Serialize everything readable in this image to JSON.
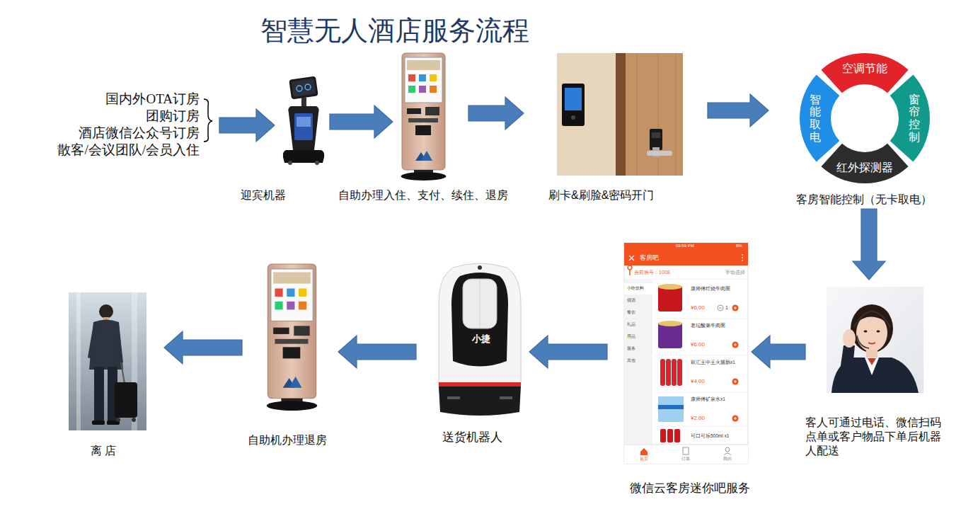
{
  "diagram": {
    "title": "智慧无人酒店服务流程",
    "nodes": [
      {
        "text": [
          "国内外OTA订房",
          "团购订房",
          "酒店微信公众号订房",
          "散客/会议团队/会员入住"
        ]
      },
      {
        "text": [
          "迎宾机器"
        ]
      },
      {
        "text": [
          "自助办理入住、支付、续住、退房"
        ]
      },
      {
        "text": [
          "刷卡&刷脸&密码开门"
        ]
      },
      {
        "text": [
          "客房智能控制（无卡取电）"
        ]
      },
      {
        "text": [
          "空调节能"
        ],
        "in": 4
      },
      {
        "text": [
          "窗帘控制"
        ],
        "in": 4
      },
      {
        "text": [
          "红外探测器"
        ],
        "in": 4
      },
      {
        "text": [
          "智能取电"
        ],
        "in": 4
      },
      {
        "text": [
          "客人可通过电话、微信扫码点单或客户物品下单后机器人配送"
        ]
      },
      {
        "text": [
          "微信云客房迷你吧服务"
        ]
      },
      {
        "text": [
          "送货机器人"
        ]
      },
      {
        "text": [
          "自助机办理退房"
        ]
      },
      {
        "text": [
          "离 店"
        ]
      }
    ],
    "edges": [
      {
        "from": 0,
        "to": 1,
        "arrow": "to"
      },
      {
        "from": 1,
        "to": 2,
        "arrow": "to"
      },
      {
        "from": 2,
        "to": 3,
        "arrow": "to"
      },
      {
        "from": 3,
        "to": 4,
        "arrow": "to"
      },
      {
        "from": 4,
        "to": 9,
        "arrow": "to"
      },
      {
        "from": 9,
        "to": 10,
        "arrow": "to"
      },
      {
        "from": 10,
        "to": 11,
        "arrow": "to"
      },
      {
        "from": 11,
        "to": 12,
        "arrow": "to"
      },
      {
        "from": 12,
        "to": 13,
        "arrow": "to"
      }
    ],
    "labels": [
      "09:59 PM",
      "8%",
      "客房吧",
      "当前房号：1008",
      "手动选择",
      "小吃饮料",
      "烟酒",
      "餐饮",
      "礼品",
      "用品",
      "服务",
      "其他",
      "康师傅红烧牛肉面",
      "¥6.00",
      "1",
      "老坛酸菜牛肉面",
      "¥6.00",
      "双汇王中王火腿肠x1",
      "¥4.00",
      "康师傅矿泉水x1",
      "¥2.00",
      "可口可乐500ml x1",
      "首页",
      "订单",
      "我的",
      "小捷"
    ]
  }
}
